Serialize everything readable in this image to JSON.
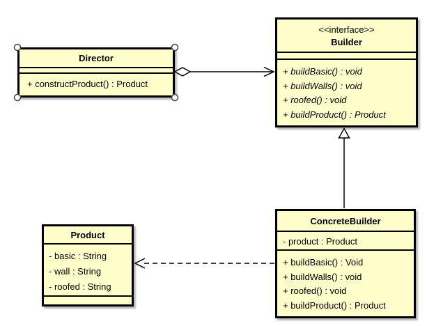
{
  "diagram": {
    "kind": "uml-class-diagram",
    "colors": {
      "background": "#ffffff",
      "node_fill": "#ffffcc",
      "node_border": "#000000",
      "shadow": "#9e9e9e",
      "text": "#000000",
      "selection_handle_fill": "#ffffff",
      "selection_handle_stroke": "#404040"
    },
    "classes": {
      "director": {
        "name": "Director",
        "attributes": [],
        "methods": [
          "+ constructProduct() : Product"
        ],
        "selected": true
      },
      "builder": {
        "stereotype": "<<interface>>",
        "name": "Builder",
        "attributes": [],
        "methods": [
          "+ buildBasic() : void",
          "+ buildWalls() : void",
          "+ roofed() : void",
          "+ buildProduct() : Product"
        ],
        "methods_style": "italic"
      },
      "concreteBuilder": {
        "name": "ConcreteBuilder",
        "attributes": [
          "- product : Product"
        ],
        "methods": [
          "+ buildBasic() : Void",
          "+ buildWalls() : void",
          "+ roofed() : void",
          "+ buildProduct() : Product"
        ]
      },
      "product": {
        "name": "Product",
        "attributes": [
          "- basic : String",
          "- wall : String",
          "- roofed : String"
        ],
        "methods": []
      }
    },
    "relationships": [
      {
        "type": "directed-aggregation",
        "from": "Director",
        "to": "Builder",
        "line": "solid",
        "source_marker": "hollow-diamond",
        "target_marker": "open-arrow"
      },
      {
        "type": "realization",
        "from": "ConcreteBuilder",
        "to": "Builder",
        "line": "solid",
        "target_marker": "hollow-triangle"
      },
      {
        "type": "dependency",
        "from": "ConcreteBuilder",
        "to": "Product",
        "line": "dashed",
        "target_marker": "open-arrow"
      }
    ]
  }
}
